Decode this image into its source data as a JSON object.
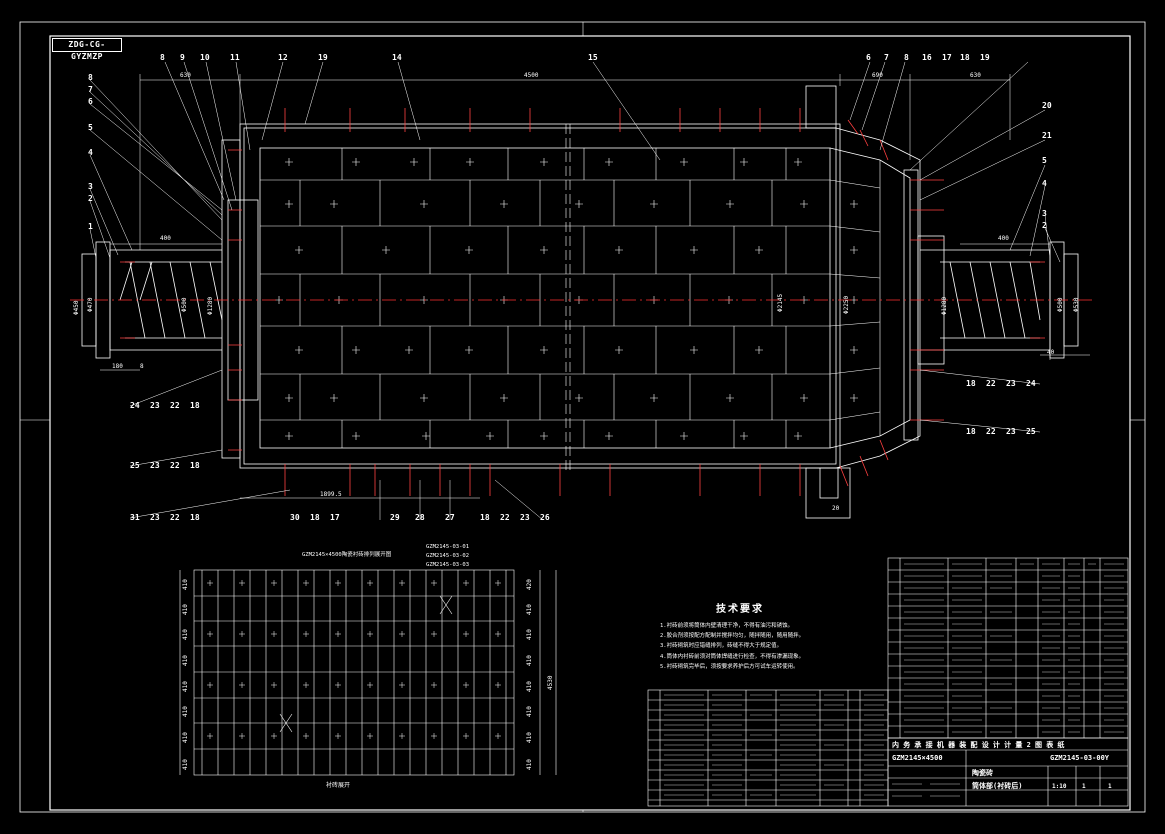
{
  "drawing_code": "ZDG-CG-GYZMZP",
  "subview_title": "GZM2145×4500陶瓷衬砖排列展开图",
  "subview_caption": "衬砖展开",
  "subview_callouts": [
    "GZM2145-03-01",
    "GZM2145-03-02",
    "GZM2145-03-03"
  ],
  "technical_requirements": {
    "title": "技术要求",
    "items": [
      "1.衬砖前须将筒体内壁清理干净，不得有油污和锈蚀。",
      "2.胶合剂须按配方配制并搅拌均匀，随拌随用，随用随拌。",
      "3.衬砖砌筑时应错缝排列，砖缝不得大于规定值。",
      "4.筒体内衬砖前须对筒体焊缝进行检查，不得有渗漏现象。",
      "5.衬砖砌筑完毕后，须按要求养护后方可试车运转使用。"
    ]
  },
  "part_numbers": {
    "top": [
      "8",
      "9",
      "10",
      "11",
      "12",
      "19",
      "14",
      "15",
      "6",
      "7",
      "8",
      "16",
      "17",
      "18",
      "19"
    ],
    "left": [
      "8",
      "7",
      "6",
      "5",
      "4",
      "3",
      "2",
      "1"
    ],
    "right_upper": [
      "20",
      "21",
      "5",
      "4",
      "3",
      "2"
    ],
    "right_lower": [
      [
        "18",
        "22",
        "23",
        "24"
      ],
      [
        "18",
        "22",
        "23",
        "25"
      ]
    ],
    "left_lower": [
      [
        "24",
        "23",
        "22",
        "18"
      ],
      [
        "25",
        "23",
        "22",
        "18"
      ],
      [
        "31",
        "23",
        "22",
        "18"
      ]
    ],
    "bottom": [
      "30",
      "18",
      "17",
      "29",
      "28",
      "27",
      "18",
      "22",
      "23",
      "26"
    ]
  },
  "dimensions": {
    "top_left": "630",
    "top_middle": "4500",
    "top_right_a": "690",
    "top_right_b": "630",
    "left_len": "400",
    "right_len": "400",
    "bottom_left": "180",
    "bottom_left_b": "8",
    "bottom_span": "1899.5",
    "right_gap": "40",
    "bottom_feed": "20",
    "diameters": [
      "Φ2145",
      "Φ2250",
      "Φ1280",
      "Φ500",
      "Φ450",
      "Φ470",
      "Φ500",
      "Φ530"
    ]
  },
  "subview": {
    "row_dims_left": [
      "410",
      "410",
      "410",
      "410",
      "410",
      "410",
      "410",
      "410"
    ],
    "row_dims_right": [
      "420",
      "410",
      "410",
      "410",
      "410",
      "410",
      "410",
      "410"
    ],
    "total_dim": "4530"
  },
  "title_block": {
    "product_name": "GZM2145×4500",
    "drawing_no": "GZM2145-03-00Y",
    "part_name": "筒体部(衬砖后)",
    "material": "陶瓷砖",
    "company_row": "内 务 承 接 机 器 装 配 设 计 计 量 2 图 表 纸",
    "scale": "1:10",
    "sheet": "1",
    "sheets": "1"
  },
  "bom_rows_count": 15,
  "colors": {
    "background": "#000000",
    "lines": "#ffffff",
    "centerline": "#ff3030",
    "accent": "#ff4040"
  }
}
